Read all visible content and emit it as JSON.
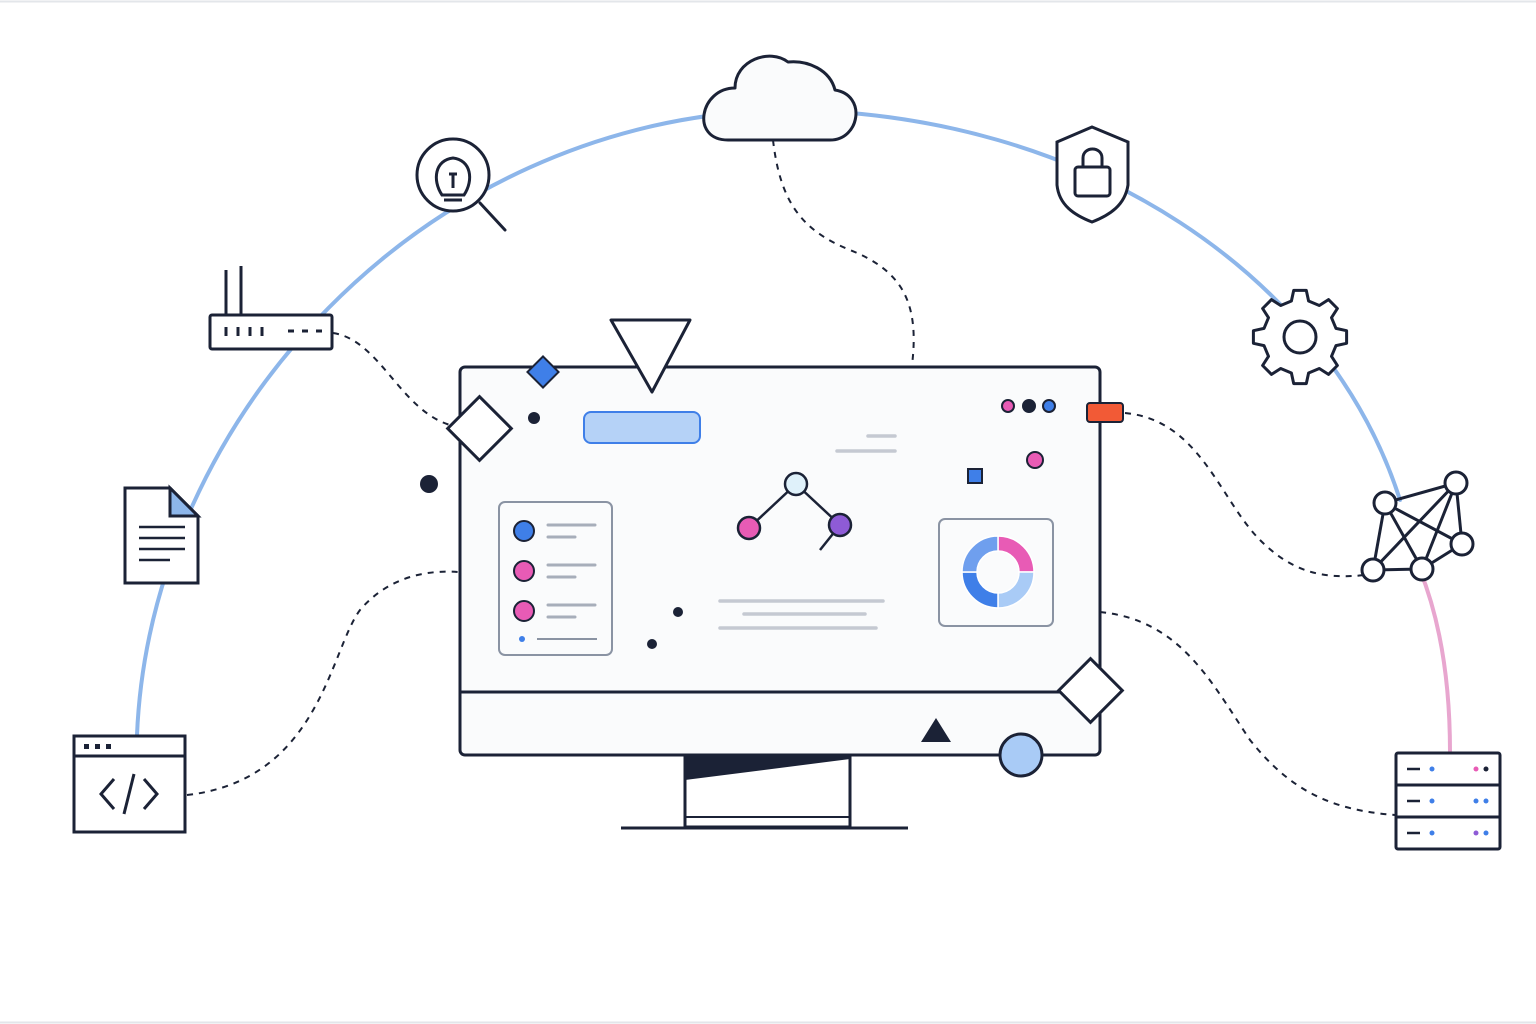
{
  "colors": {
    "ink": "#1b2236",
    "arc": "#8db6ea",
    "arc_pink": "#e8a6cf",
    "blue": "#3f7fe8",
    "light_blue": "#a9cbf6",
    "pink": "#e85bb5",
    "purple": "#8e5bd6",
    "orange": "#f25a36",
    "gray": "#c5c9d2",
    "paper": "#ffffff"
  },
  "icons": [
    "cloud-icon",
    "lightbulb-search-icon",
    "padlock-shield-icon",
    "router-icon",
    "gear-icon",
    "document-icon",
    "network-graph-icon",
    "code-window-icon",
    "server-rack-icon"
  ],
  "donut": {
    "segments": [
      {
        "value": 0.25,
        "color": "#e85bb5"
      },
      {
        "value": 0.25,
        "color": "#a9cbf6"
      },
      {
        "value": 0.25,
        "color": "#3f7fe8"
      },
      {
        "value": 0.25,
        "color": "#6f9fee"
      }
    ]
  },
  "tree_nodes": [
    "#dff1fa",
    "#e85bb5",
    "#8e5bd6"
  ],
  "list_dots": [
    "#3f7fe8",
    "#e85bb5",
    "#e85bb5"
  ]
}
